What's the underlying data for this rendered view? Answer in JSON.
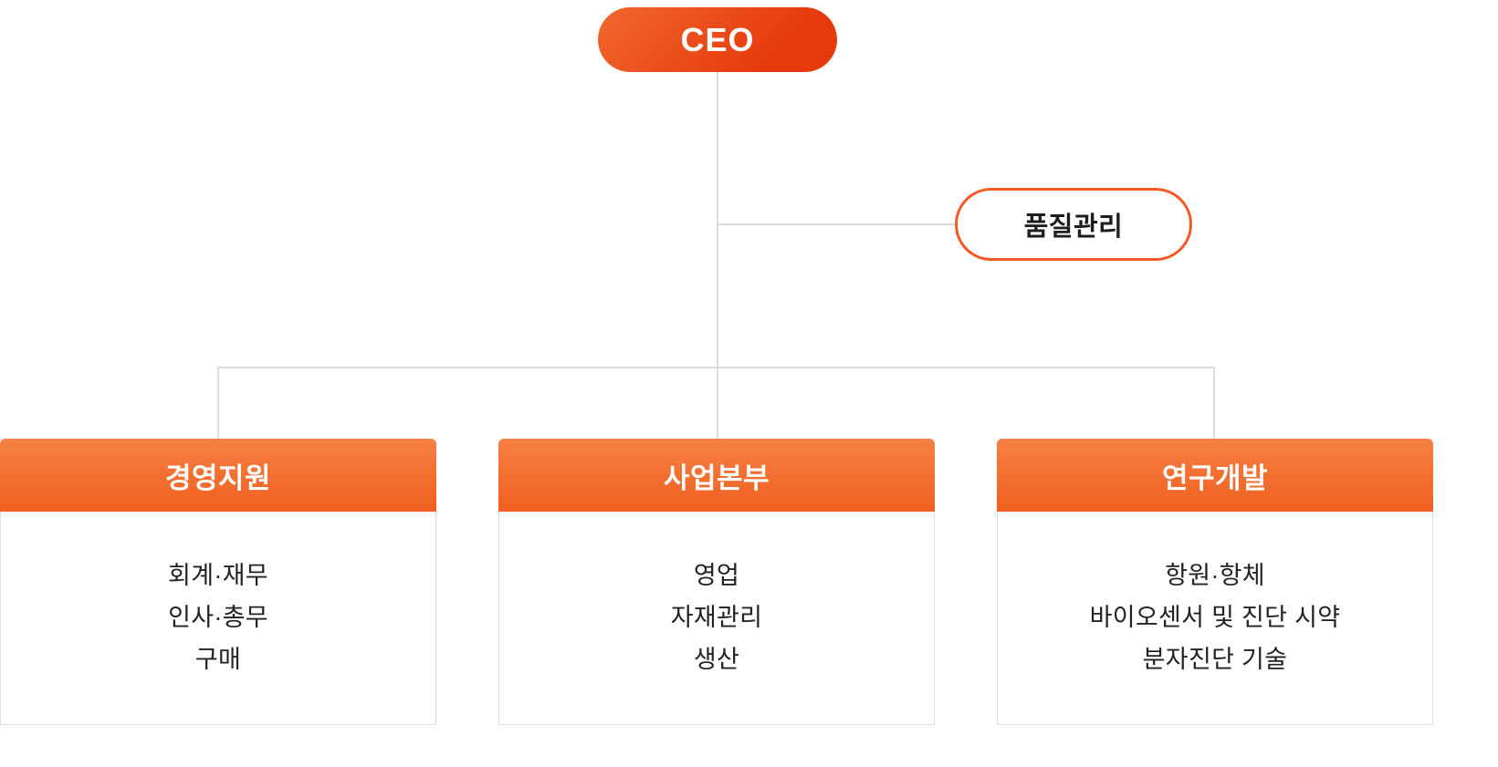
{
  "org": {
    "root": {
      "label": "CEO"
    },
    "staff": {
      "label": "품질관리"
    },
    "departments": [
      {
        "title": "경영지원",
        "items": [
          "회계·재무",
          "인사·총무",
          "구매"
        ]
      },
      {
        "title": "사업본부",
        "items": [
          "영업",
          "자재관리",
          "생산"
        ]
      },
      {
        "title": "연구개발",
        "items": [
          "항원·항체",
          "바이오센서 및 진단 시약",
          "분자진단 기술"
        ]
      }
    ],
    "colors": {
      "ceo_grad_start": "#f1682e",
      "ceo_grad_end": "#e63a0c",
      "header_grad_start": "#f68044",
      "header_grad_end": "#f0601f",
      "accent": "#f15a24",
      "connector": "#dcdcdc",
      "box_border": "#dddddd",
      "text_dark": "#1e1e1e"
    }
  }
}
